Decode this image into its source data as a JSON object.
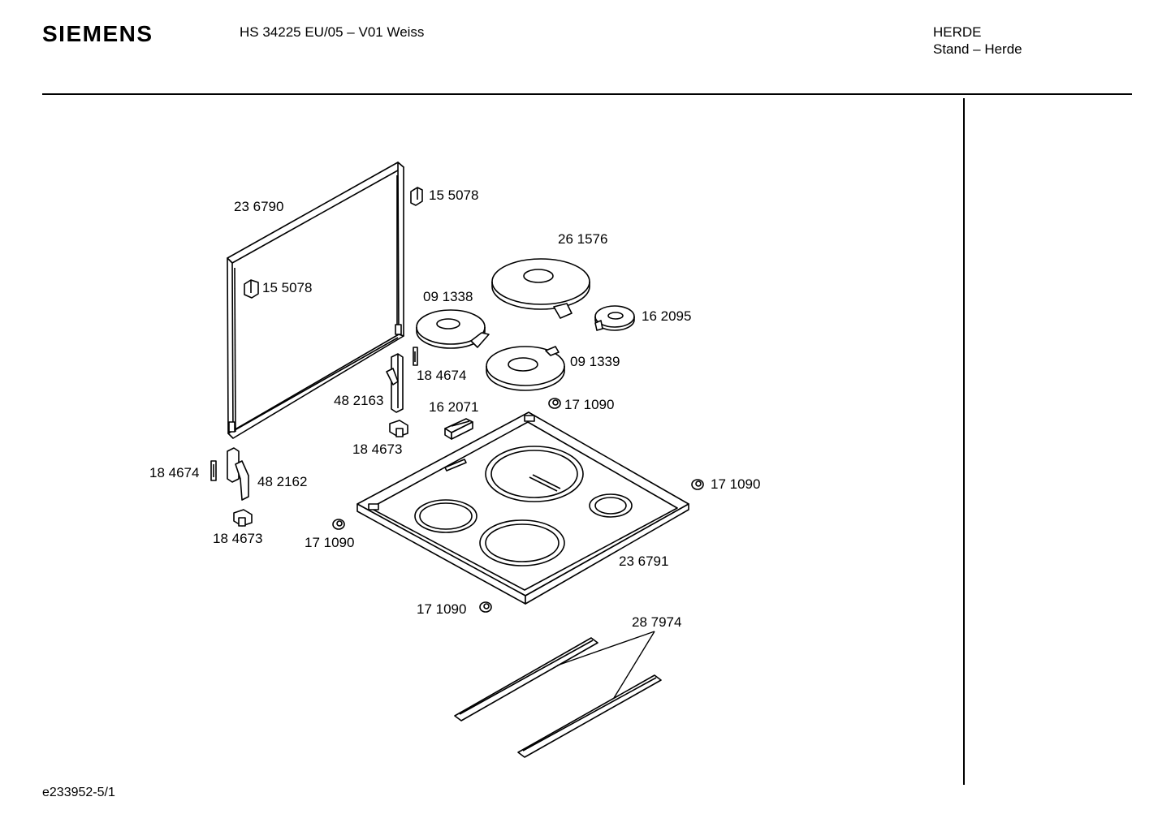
{
  "header": {
    "brand": "SIEMENS",
    "model": "HS 34225 EU/05 – V01 Weiss",
    "category_line1": "HERDE",
    "category_line2": "Stand – Herde"
  },
  "footer": {
    "document_id": "e233952-5/1"
  },
  "parts": {
    "p236790": "23 6790",
    "p155078_top": "15 5078",
    "p155078_side": "15 5078",
    "p261576": "26 1576",
    "p091338": "09 1338",
    "p162095": "16 2095",
    "p091339": "09 1339",
    "p184674_right": "18 4674",
    "p482163": "48 2163",
    "p162071": "16 2071",
    "p171090_a": "17 1090",
    "p184673_mid": "18 4673",
    "p184674_left": "18 4674",
    "p482162": "48 2162",
    "p171090_b": "17 1090",
    "p184673_low": "18 4673",
    "p171090_c": "17 1090",
    "p236791": "23 6791",
    "p171090_d": "17 1090",
    "p287974": "28 7974"
  }
}
